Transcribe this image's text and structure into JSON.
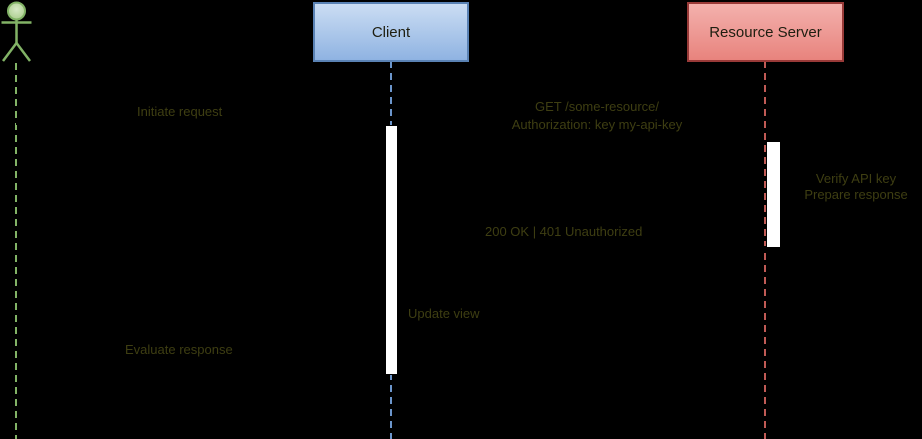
{
  "palette": {
    "background": "#000000",
    "actor_green": "#82b366",
    "actor_head_fill": "#b9d79b",
    "actor_head_highlight": "#d7e9c6",
    "client_border": "#5a82b4",
    "client_fill_top": "#cbddf3",
    "client_fill_bottom": "#8fb3e2",
    "client_lifeline": "#6c96cc",
    "server_border": "#993a38",
    "server_fill_top": "#f3b1ad",
    "server_fill_bottom": "#e8837d",
    "server_lifeline": "#c05a55",
    "participant_text": "#1e1e10",
    "message_text": "#3e3e12",
    "activation_fill": "#ffffff",
    "arrow_color": "#000000"
  },
  "participants": {
    "client": {
      "label": "Client"
    },
    "server": {
      "label": "Resource Server"
    }
  },
  "messages": {
    "initiate": {
      "label": "Initiate request"
    },
    "request": {
      "line1": "GET /some-resource/",
      "line2": "Authorization: key my-api-key"
    },
    "server_note": {
      "line1": "Verify API key",
      "line2": "Prepare response"
    },
    "response": {
      "label": "200 OK | 401 Unauthorized"
    },
    "update": {
      "label": "Update view"
    },
    "evaluate": {
      "label": "Evaluate response"
    }
  }
}
